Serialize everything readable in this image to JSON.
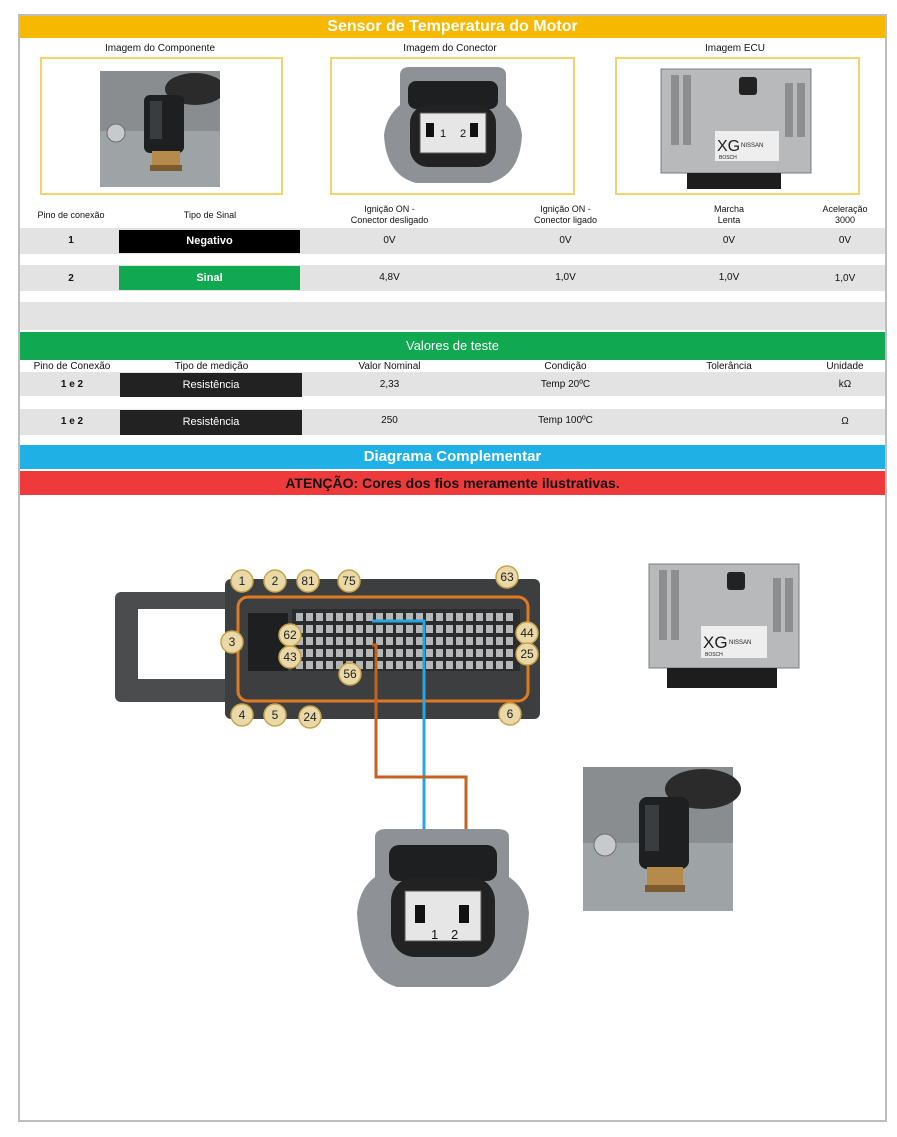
{
  "title": "Sensor de Temperatura do Motor",
  "images": {
    "component_label": "Imagem do Componente",
    "connector_label": "Imagem do Conector",
    "ecu_label": "Imagem ECU",
    "connector_pin1": "1",
    "connector_pin2": "2",
    "ecu_brand": "XG",
    "ecu_maker": "NISSAN",
    "ecu_bosch": "BOSCH"
  },
  "signal_table": {
    "headers": {
      "pin": "Pino de conexão",
      "type": "Tipo de Sinal",
      "ign_off": "Ignição ON -\nConector desligado",
      "ign_on": "Ignição ON -\nConector ligado",
      "idle": "Marcha\nLenta",
      "accel": "Aceleração\n3000"
    },
    "rows": [
      {
        "pin": "1",
        "type": "Negativo",
        "type_color": "#000000",
        "ign_off": "0V",
        "ign_on": "0V",
        "idle": "0V",
        "accel": "0V"
      },
      {
        "pin": "2",
        "type": "Sinal",
        "type_color": "#10a850",
        "ign_off": "4,8V",
        "ign_on": "1,0V",
        "idle": "1,0V",
        "accel": "1,0V"
      }
    ]
  },
  "test_values": {
    "title": "Valores de teste",
    "headers": {
      "pin": "Pino de Conexão",
      "measure": "Tipo de medição",
      "nominal": "Valor Nominal",
      "condition": "Condição",
      "tolerance": "Tolerância",
      "unit": "Unidade"
    },
    "rows": [
      {
        "pin": "1 e 2",
        "measure": "Resistência",
        "nominal": "2,33",
        "condition": "Temp 20ºC",
        "tolerance": "",
        "unit": "kΩ"
      },
      {
        "pin": "1 e 2",
        "measure": "Resistência",
        "nominal": "250",
        "condition": "Temp 100ºC",
        "tolerance": "",
        "unit": "Ω"
      }
    ]
  },
  "diagram": {
    "title": "Diagrama Complementar",
    "warning": "ATENÇÃO: Cores dos fios meramente ilustrativas.",
    "pins": [
      "1",
      "2",
      "81",
      "75",
      "63",
      "3",
      "62",
      "43",
      "56",
      "44",
      "25",
      "4",
      "5",
      "24",
      "6"
    ],
    "connector_pin1": "1",
    "connector_pin2": "2",
    "wire_colors": {
      "blue": "#2aa6df",
      "brown": "#c4621f"
    }
  },
  "colors": {
    "title": "#f6b900",
    "green": "#10a850",
    "blue": "#1fb0e6",
    "red": "#ee3a3a"
  }
}
